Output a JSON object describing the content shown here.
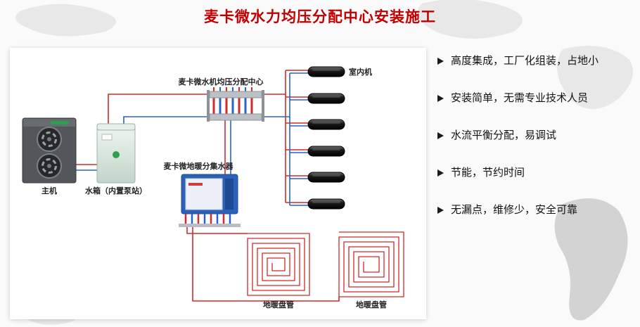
{
  "page": {
    "title": "麦卡微水力均压分配中心安装施工",
    "title_color": "#c00000",
    "background": "#fafafa"
  },
  "diagram": {
    "labels": {
      "main_unit": "主机",
      "water_tank": "水箱（内置泵站）",
      "distribution_center": "麦卡微水机均压分配中心",
      "indoor_unit": "室内机",
      "floor_manifold": "麦卡微地暖分集水器",
      "coil_left": "地暖盘管",
      "coil_right": "地暖盘管"
    },
    "colors": {
      "hot_pipe": "#d02a2a",
      "cold_pipe": "#2a62c8"
    }
  },
  "features": {
    "bullet_icon": "arrowhead-right",
    "items": [
      "高度集成，工厂化组装，占地小",
      "安装简单，无需专业技术人员",
      "水流平衡分配，易调试",
      "节能，节约时间",
      "无漏点，维修少，安全可靠"
    ]
  }
}
